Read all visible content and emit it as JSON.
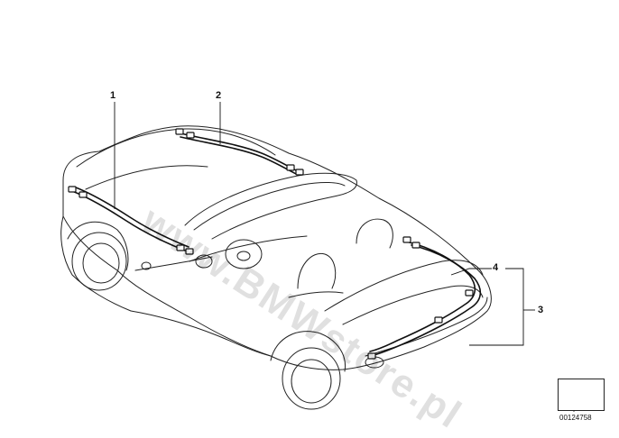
{
  "callouts": {
    "c1": "1",
    "c2": "2",
    "c3": "3",
    "c4": "4"
  },
  "watermark": "www.BMWstore.pl",
  "doc_number": "00124758",
  "icon": "document-arrow-icon"
}
